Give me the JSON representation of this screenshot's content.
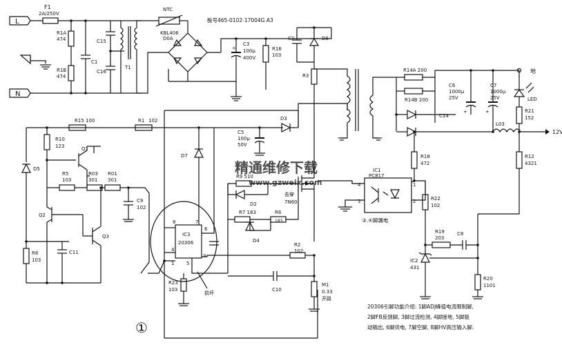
{
  "board_no": "板号465-0102-17004G A3",
  "terminals": {
    "L": "L",
    "N": "N"
  },
  "labels": {
    "F1": "F1",
    "F1v": "2A/250V",
    "R1A": "R1A",
    "R1Av": "474",
    "R1B": "R1B",
    "R1Bv": "474",
    "C1": "C1",
    "C15": "C15",
    "C16": "C16",
    "T1": "T1",
    "NTC": "NTC",
    "BR": "KBL406",
    "BRv": "D0A",
    "C3": "C3",
    "C3v1": "100μ",
    "C3v2": "400V",
    "R16": "R16",
    "R16v": "103",
    "C2": "C2",
    "D8": "D8",
    "R3": "R3",
    "R14A": "R14A 200",
    "R14B": "R14B 200",
    "C6": "C6",
    "C6v1": "1000μ",
    "C6v2": "25V",
    "C7": "C7",
    "C7v1": "1000μ",
    "C7v2": "25V",
    "C14": "C14",
    "L03": "L03",
    "LED": "LED",
    "R21": "R21",
    "R21v": "152",
    "GND": "地",
    "V12": "12V",
    "R15": "R15 100",
    "R1": "R1",
    "R1v": "102",
    "D3": "D3",
    "R10": "R10",
    "R10v": "123",
    "Q1": "Q1",
    "D5": "D5",
    "R5": "R5",
    "R5v": "103",
    "R03": "R03",
    "R03v": "301",
    "R01": "R01",
    "R01v": "301",
    "C9": "C9",
    "C9v": "102",
    "Q2": "Q2",
    "Q3": "Q3",
    "R8": "R8",
    "R8v": "103",
    "C11": "C11",
    "D7": "D7",
    "C5": "C5",
    "C5v1": "100μ",
    "C5v2": "50V",
    "R9": "R9 510",
    "D2": "D2",
    "R7": "R7 183",
    "R6": "R6",
    "R6v": "183",
    "D4": "D4",
    "R2": "R2",
    "R2v": "102",
    "IC3": "IC3",
    "IC3v": "20306",
    "pin8": "8",
    "pin7": "7",
    "pin6": "6",
    "pin4": "4",
    "pin1": "1",
    "pin3": "3",
    "pin5": "5",
    "R23": "R23",
    "R23v": "103",
    "damaged": "损坏",
    "C10": "C10",
    "M1": "M1",
    "M1v1": "0.33",
    "M1v2": "开路",
    "breakdown": "击穿",
    "Q7N60": "7N60",
    "IC1": "IC1",
    "PC817": "PC817",
    "p4": "4",
    "p3": "3",
    "p1": "1",
    "p2": "2",
    "leak": "③.④脚漏电",
    "R18": "R18",
    "R18v": "472",
    "R22": "R22",
    "R22v": "102",
    "R19": "R19",
    "R19v": "203",
    "C8": "C8",
    "IC2": "IC2",
    "IC2v": "431",
    "R20": "R20",
    "R20v": "1101",
    "R12": "R12",
    "R12v": "4321",
    "circle1": "①"
  },
  "watermark": {
    "cn": "精通维修下载",
    "url": "www.gzweix.com"
  },
  "pin_notes": [
    "20306引脚功能介绍: 1脚ADJ峰值电流限制脚,",
    "2脚FB反馈脚, 3脚过流检测, 4脚接地, 5脚驱",
    "动输出, 6脚供电, 7脚空脚, 8脚HV高压输入脚."
  ]
}
